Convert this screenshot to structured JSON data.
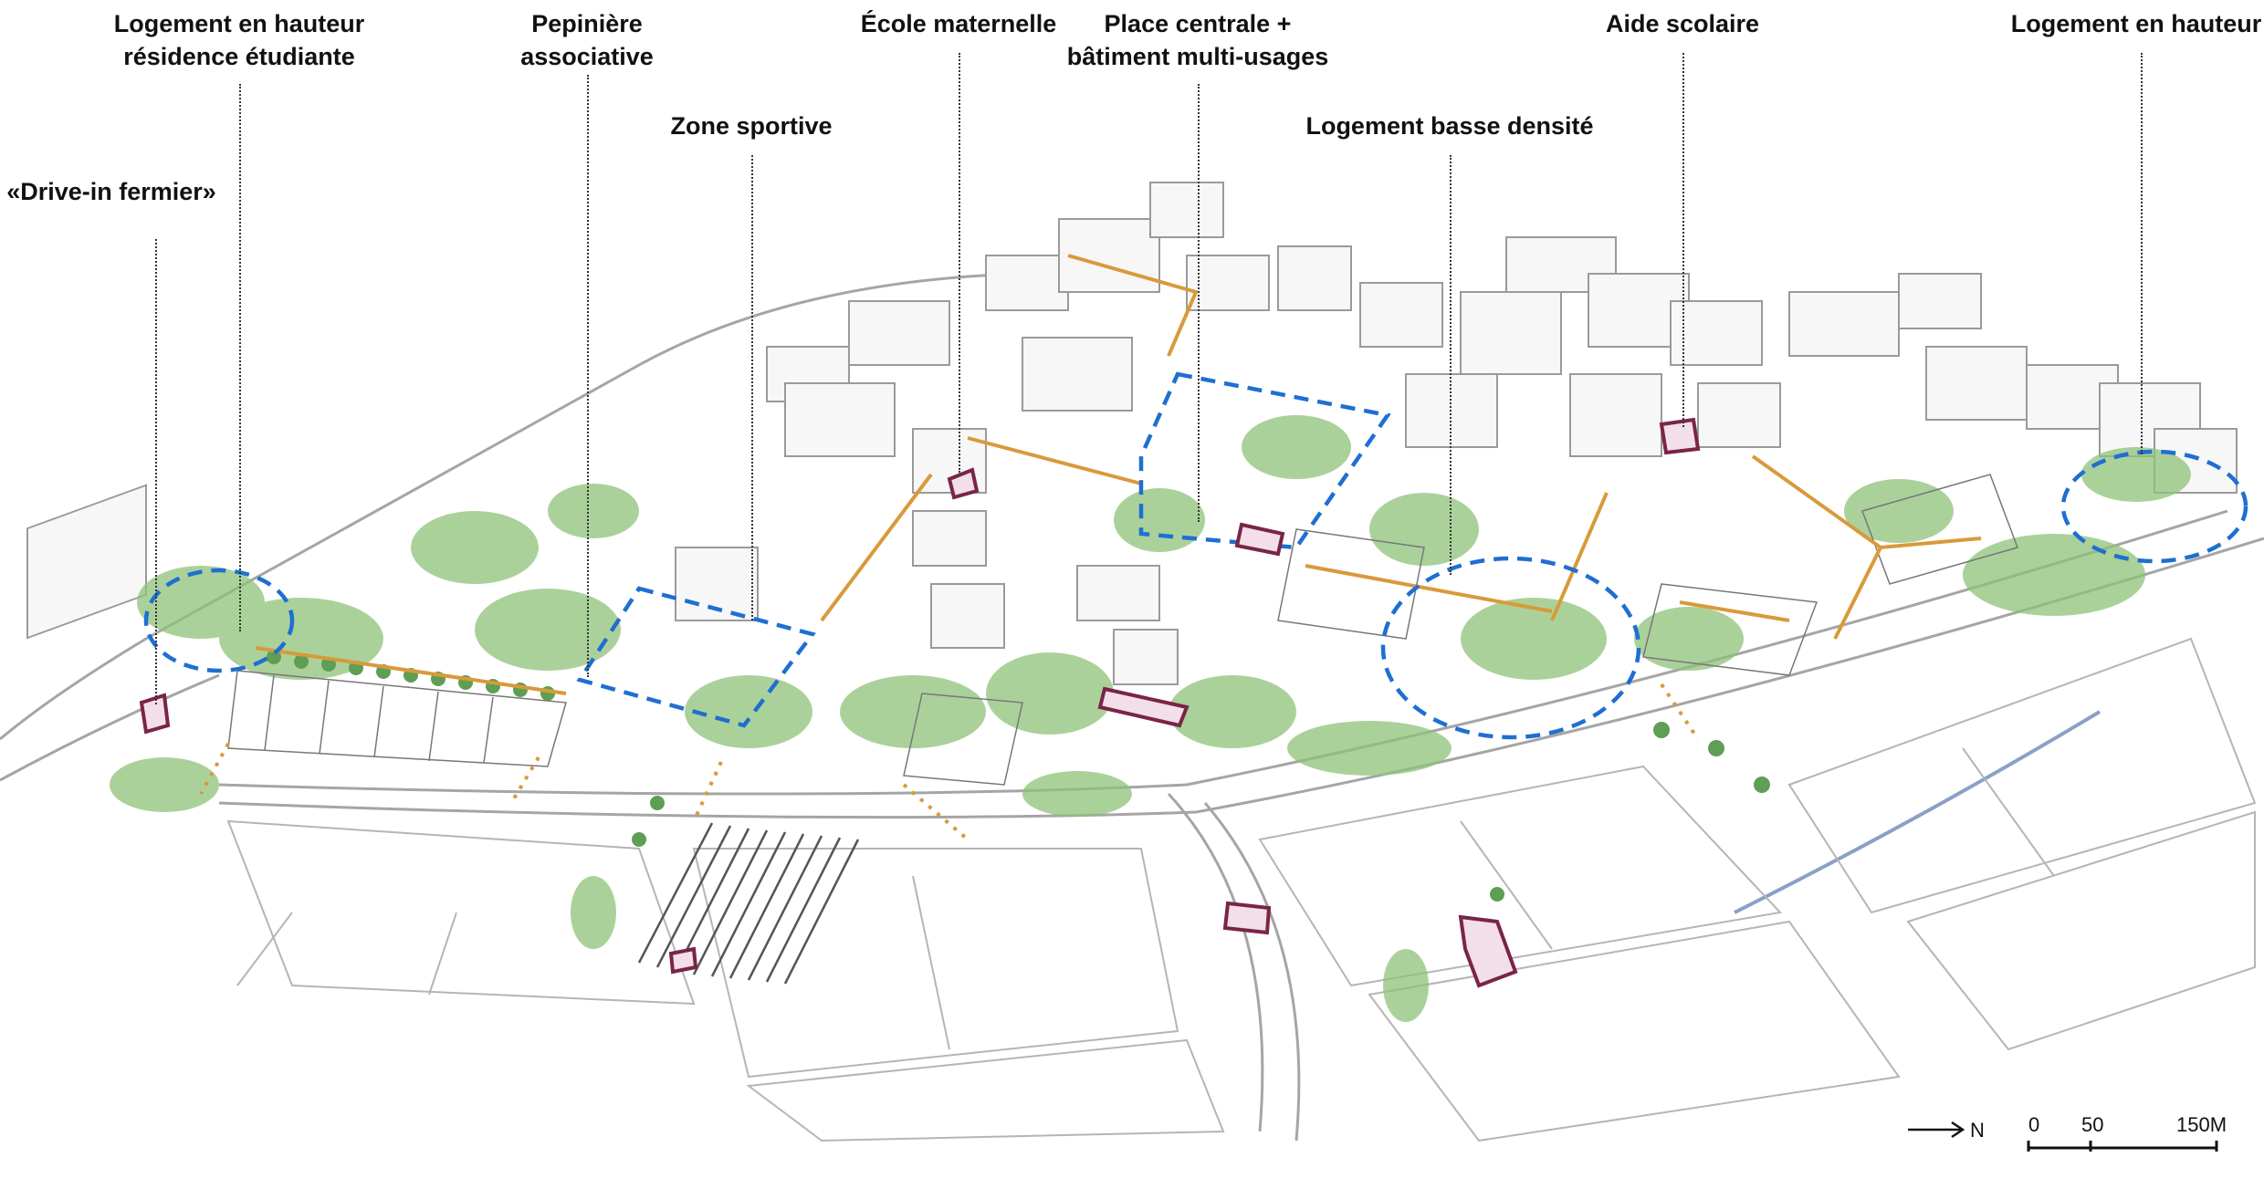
{
  "labels": {
    "drive_in": "«Drive-in fermier»",
    "logement_residence": "Logement en hauteur\nrésidence étudiante",
    "pepiniere": "Pepinière\nassociative",
    "zone_sportive": "Zone sportive",
    "ecole": "École maternelle",
    "place_centrale": "Place centrale +\nbâtiment multi-usages",
    "logement_basse": "Logement basse densité",
    "aide_scolaire": "Aide scolaire",
    "logement_hauteur": "Logement en hauteur"
  },
  "north": {
    "label": "N"
  },
  "scale": {
    "labels": [
      "0",
      "50",
      "150M"
    ]
  },
  "colors": {
    "zone_outline": "#1f6fd1",
    "path": "#d89a3a",
    "facility": "#7a2448",
    "vegetation": "#8fc27a",
    "vegetation_dark": "#5f9e55",
    "building_line": "#9a9a9a",
    "field_line": "#b5b5b5"
  }
}
